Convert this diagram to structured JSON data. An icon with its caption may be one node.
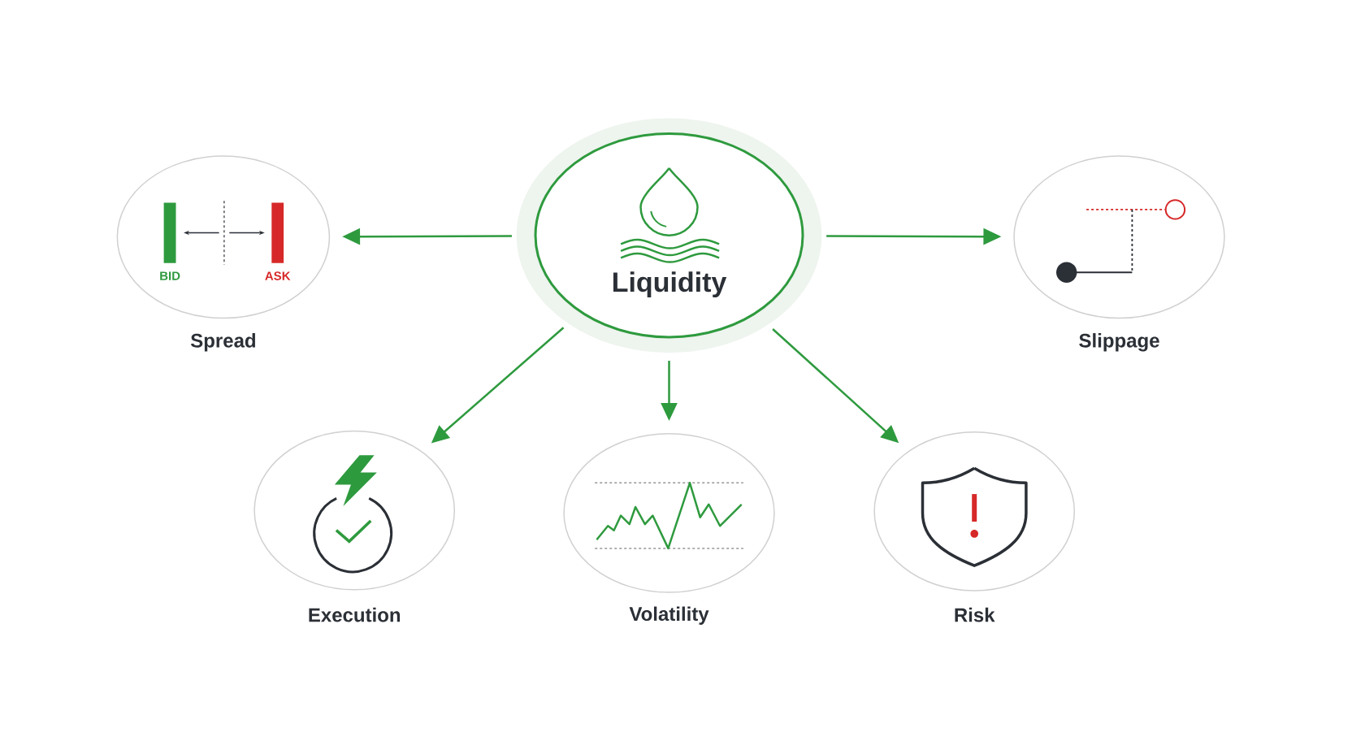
{
  "diagram": {
    "nodes": [
      {
        "text": [
          "Liquidity"
        ]
      },
      {
        "text": [
          "BID",
          "ASK",
          "Spread"
        ]
      },
      {
        "text": [
          "Slippage"
        ]
      },
      {
        "text": [
          "Execution"
        ]
      },
      {
        "text": [
          "Volatility"
        ]
      },
      {
        "text": [
          "Risk"
        ]
      }
    ],
    "edges": [
      {
        "from": 0,
        "to": 1,
        "arrow": "to"
      },
      {
        "from": 0,
        "to": 2,
        "arrow": "to"
      },
      {
        "from": 0,
        "to": 3,
        "arrow": "to"
      },
      {
        "from": 0,
        "to": 4,
        "arrow": "to"
      },
      {
        "from": 0,
        "to": 5,
        "arrow": "to"
      }
    ]
  }
}
